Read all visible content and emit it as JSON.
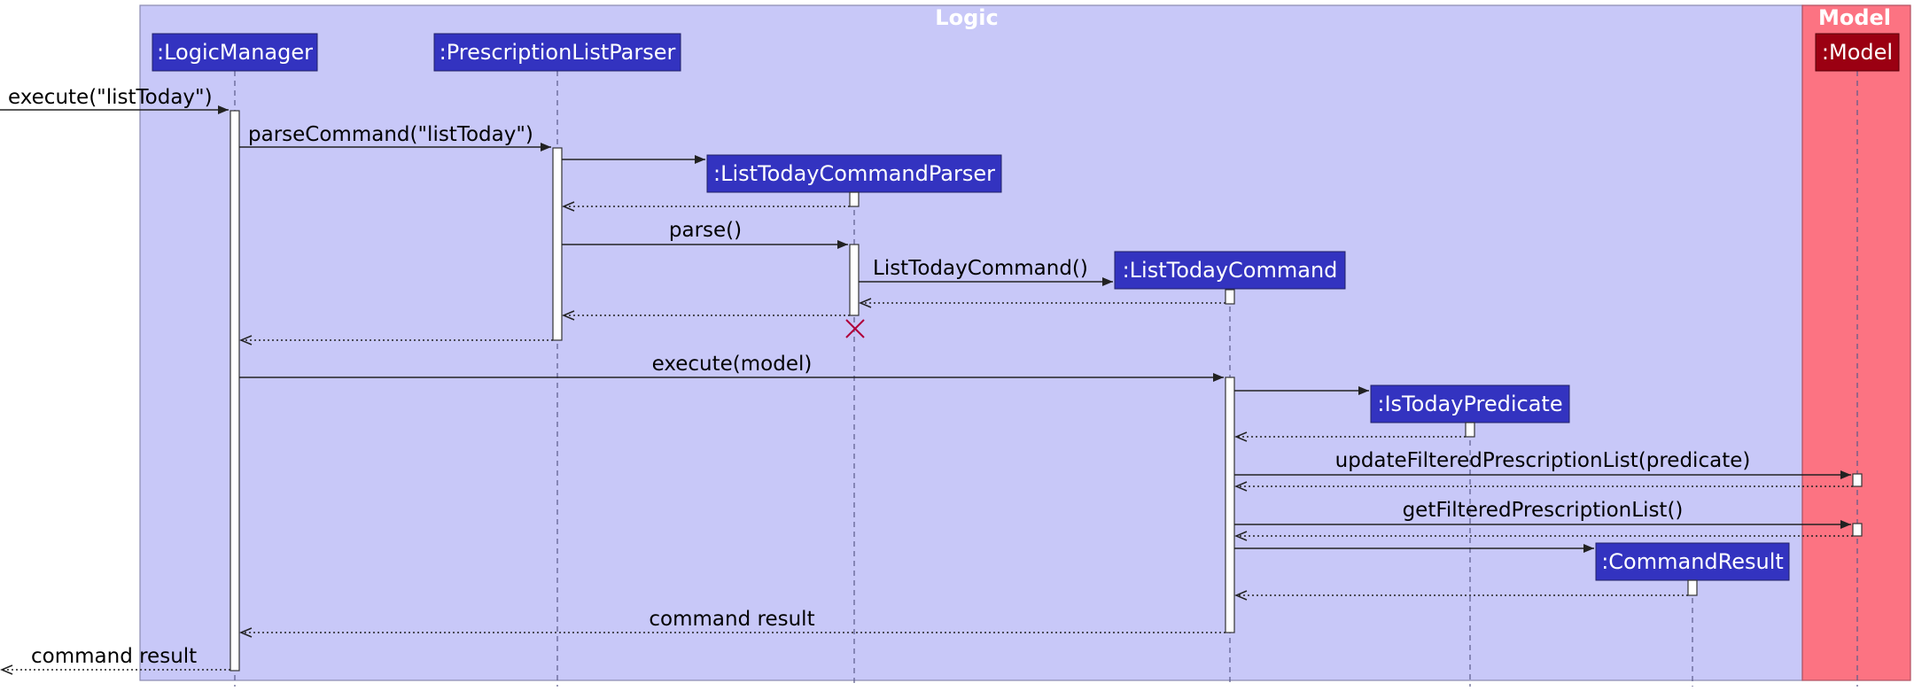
{
  "frames": {
    "logic": {
      "title": "Logic",
      "color": "#c8c8f8"
    },
    "model": {
      "title": "Model",
      "color": "#fc7382"
    }
  },
  "participants": {
    "logic_manager": ":LogicManager",
    "prescription_list_parser": ":PrescriptionListParser",
    "list_today_command_parser": ":ListTodayCommandParser",
    "list_today_command": ":ListTodayCommand",
    "is_today_predicate": ":IsTodayPredicate",
    "command_result": ":CommandResult",
    "model": ":Model"
  },
  "messages": {
    "execute_list_today": "execute(\"listToday\")",
    "parse_command": "parseCommand(\"listToday\")",
    "parse": "parse()",
    "list_today_command_ctor": "ListTodayCommand()",
    "execute_model": "execute(model)",
    "update_filtered": "updateFilteredPrescriptionList(predicate)",
    "get_filtered": "getFilteredPrescriptionList()",
    "command_result_inner": "command result",
    "command_result_outer": "command result"
  },
  "colors": {
    "logic_participant": "#3333c0",
    "model_participant": "#9b0012",
    "destroy_mark": "#b0003a"
  }
}
